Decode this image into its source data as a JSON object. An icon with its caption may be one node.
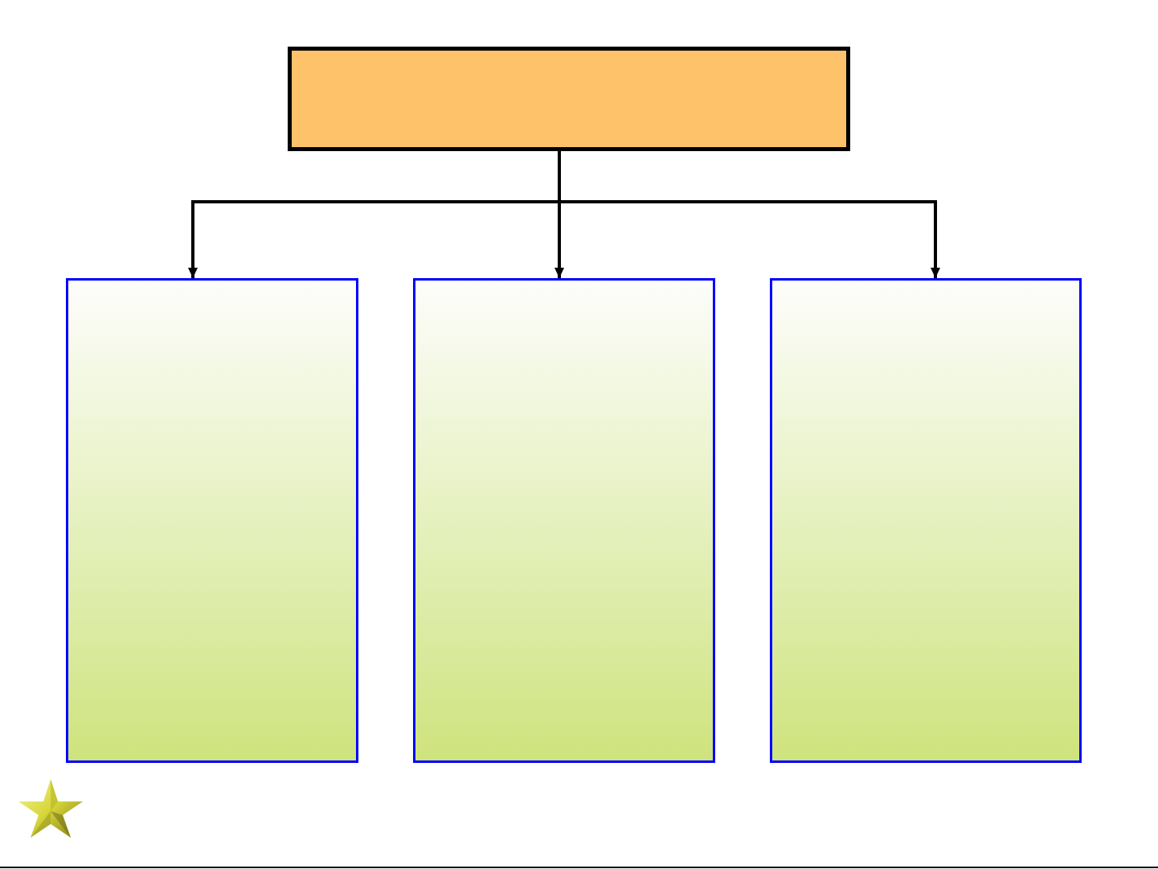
{
  "diagram": {
    "nodes": [
      {
        "text": [],
        "shape": "box"
      },
      {
        "text": [],
        "shape": "box"
      },
      {
        "text": [],
        "shape": "box"
      },
      {
        "text": [],
        "shape": "box"
      }
    ],
    "edges": [
      {
        "from": 0,
        "to": 1,
        "arrow": "to"
      },
      {
        "from": 0,
        "to": 2,
        "arrow": "to"
      },
      {
        "from": 0,
        "to": 3,
        "arrow": "to"
      }
    ]
  }
}
